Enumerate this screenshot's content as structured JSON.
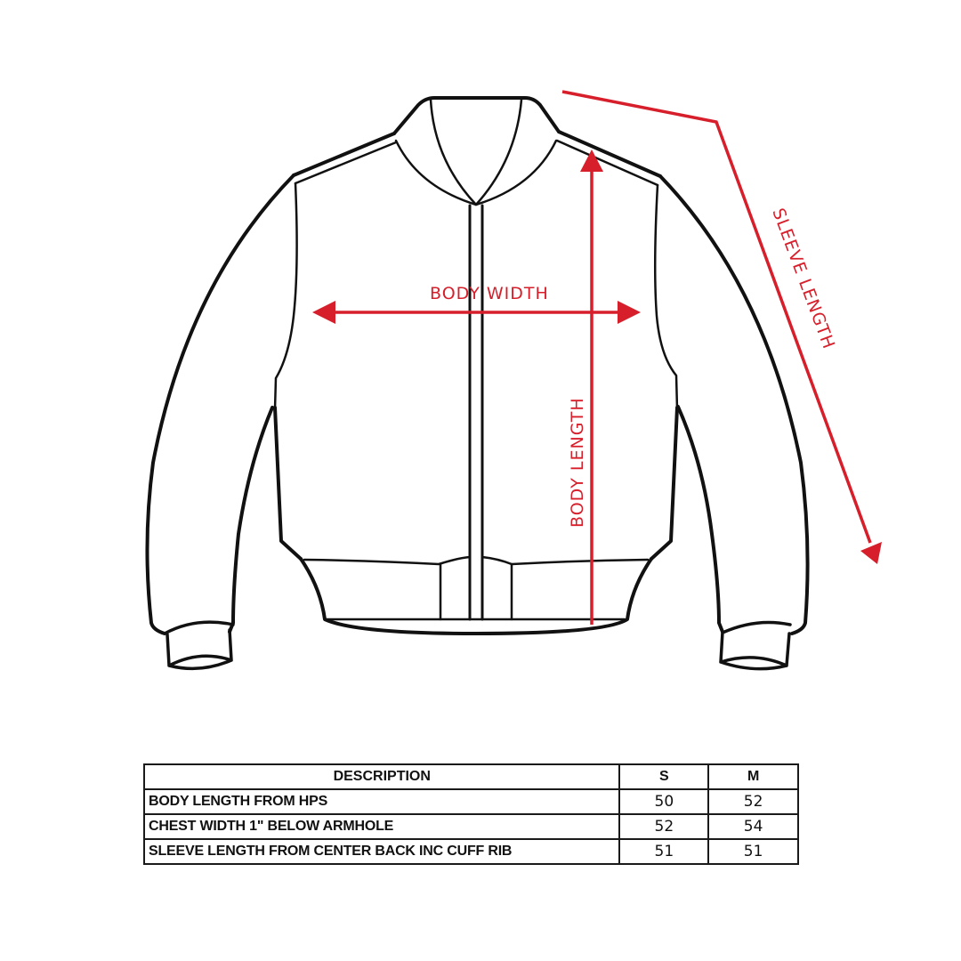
{
  "colors": {
    "measure_red": "#d71f2b",
    "outline": "#111111",
    "background": "#ffffff"
  },
  "diagram": {
    "subject": "bomber jacket flat sketch",
    "labels": {
      "body_width": "BODY WIDTH",
      "body_length": "BODY LENGTH",
      "sleeve_length": "SLEEVE LENGTH"
    }
  },
  "size_table": {
    "headers": [
      "DESCRIPTION",
      "S",
      "M"
    ],
    "rows": [
      {
        "description": "BODY LENGTH FROM HPS",
        "s": "50",
        "m": "52"
      },
      {
        "description": "CHEST WIDTH 1\" BELOW ARMHOLE",
        "s": "52",
        "m": "54"
      },
      {
        "description": "SLEEVE LENGTH FROM CENTER BACK INC CUFF RIB",
        "s": "51",
        "m": "51"
      }
    ]
  }
}
